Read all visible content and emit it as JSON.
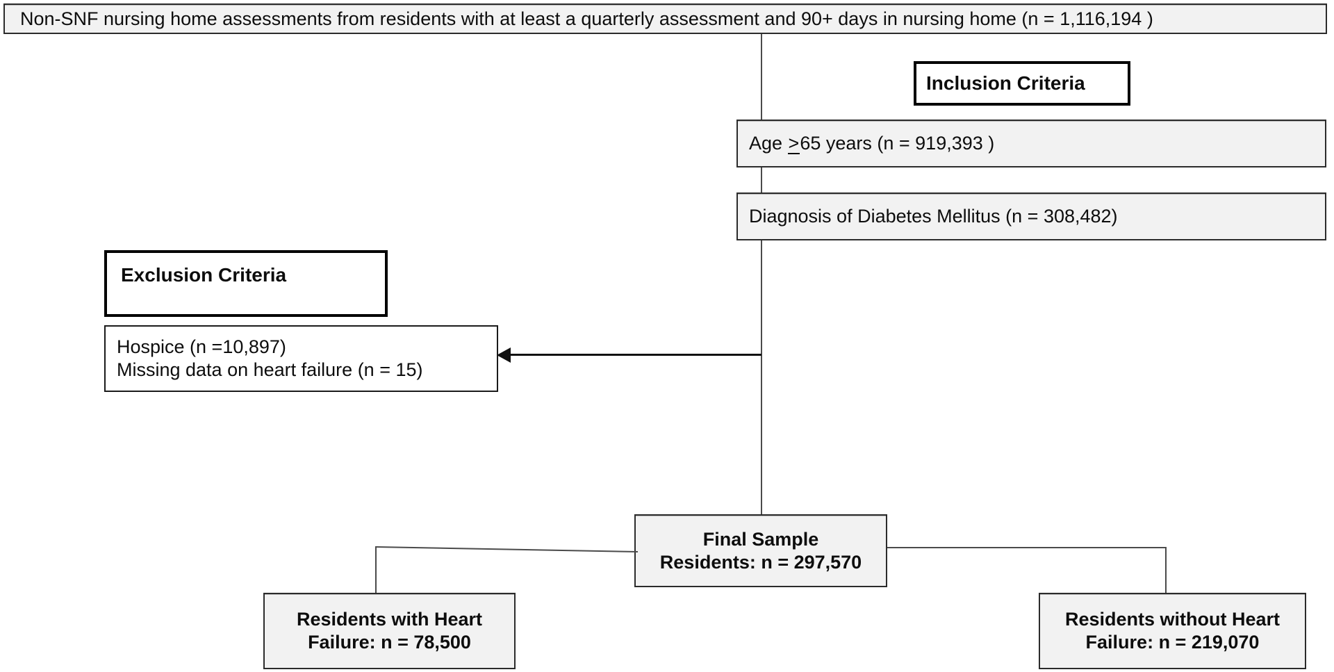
{
  "diagram": {
    "type": "study-flow-chart",
    "title": "Nursing home resident cohort selection flow chart",
    "colors": {
      "box_fill": "#f2f2f2",
      "box_border": "#2b2b2b",
      "header_border": "#000000",
      "connector": "#4a4a4a",
      "text": "#0d0d0d",
      "page_background": "#ffffff"
    }
  },
  "source_box": {
    "text": "Non-SNF nursing home assessments from residents with at least a quarterly assessment and 90+ days in nursing home (n = 1,116,194 )",
    "n": "1,116,194"
  },
  "inclusion": {
    "header": "Inclusion Criteria",
    "steps": [
      {
        "label_before": "Age ",
        "operator": ">",
        "label_after": "65 years  (n = 919,393 )",
        "full_text": "Age ≥65 years  (n = 919,393 )",
        "n": "919,393"
      },
      {
        "full_text": "Diagnosis of Diabetes Mellitus (n = 308,482)",
        "n": "308,482"
      }
    ]
  },
  "exclusion": {
    "header": "Exclusion Criteria",
    "lines": [
      {
        "text": "Hospice    (n =10,897)",
        "n": "10,897"
      },
      {
        "text": "Missing data on heart failure  (n = 15)",
        "n": "15"
      }
    ]
  },
  "final_sample": {
    "line1": "Final Sample",
    "line2": "Residents: n = 297,570",
    "n": "297,570"
  },
  "groups": [
    {
      "line1": "Residents with Heart",
      "line2": "Failure: n = 78,500",
      "n": "78,500"
    },
    {
      "line1": "Residents without Heart",
      "line2": "Failure: n = 219,070",
      "n": "219,070"
    }
  ]
}
